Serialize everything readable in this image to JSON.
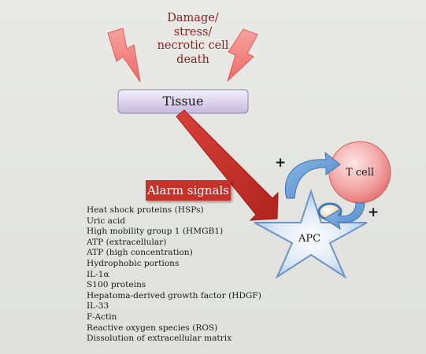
{
  "stimulus": {
    "lines": [
      "Damage/",
      "stress/",
      "necrotic cell",
      "death"
    ]
  },
  "nodes": {
    "tissue": "Tissue",
    "t_cell": "T cell",
    "apc": "APC"
  },
  "alarm": {
    "title": "Alarm signals",
    "signals": [
      "Heat shock proteins (HSPs)",
      "Uric acid",
      "High mobility group 1 (HMGB1)",
      "ATP (extracellular)",
      "ATP (high concentration)",
      "Hydrophobic portions",
      "IL-1α",
      "S100 proteins",
      "Hepatoma-derived growth factor (HDGF)",
      "IL-33",
      "F-Actin",
      "Reactive oxygen species (ROS)",
      "Dissolution of extracellular matrix"
    ]
  },
  "interaction_signs": {
    "left": "+",
    "right": "+"
  },
  "colors": {
    "damage_text": "#8b2222",
    "lightning": "#f07a78",
    "tissue_box": "#d6cce6",
    "arrow": "#c9312a",
    "alarm_box": "#c6312a",
    "t_cell": "#ee8e8e",
    "apc_star": "#c9dcf2",
    "cycle_arrow": "#6fa3dd"
  }
}
